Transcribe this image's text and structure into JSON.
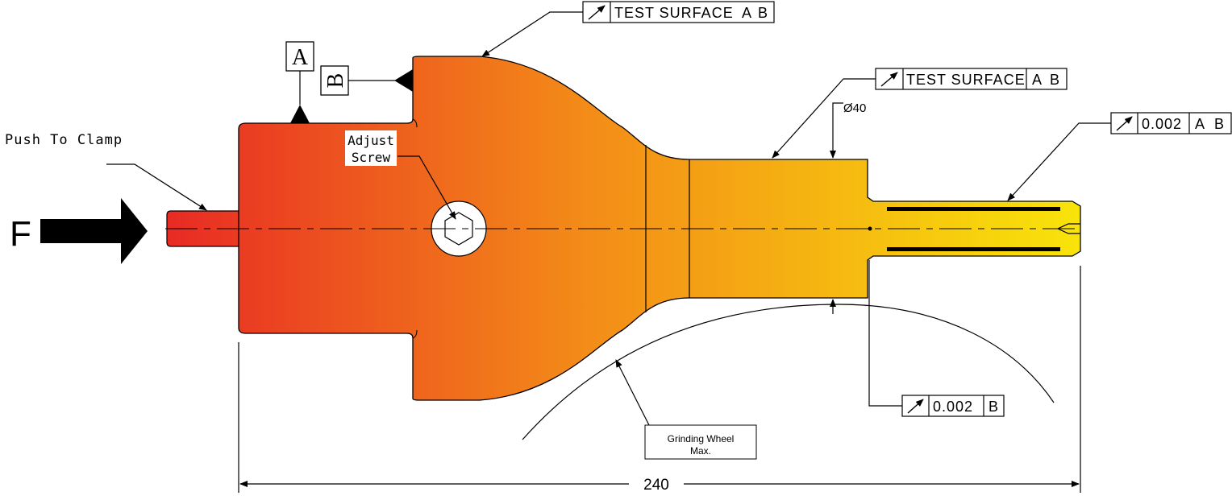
{
  "force": {
    "label": "F"
  },
  "push_label": "Push To Clamp",
  "datums": {
    "a": "A",
    "b": "B"
  },
  "adjust_screw": {
    "line1": "Adjust",
    "line2": "Screw"
  },
  "fcf_top": {
    "test": "TEST SURFACE",
    "d1": "A",
    "d2": "B"
  },
  "fcf_mid": {
    "test": "TEST SURFACE",
    "d1": "A",
    "d2": "B"
  },
  "fcf_right": {
    "tol": "0.002",
    "d1": "A",
    "d2": "B"
  },
  "fcf_bottom": {
    "tol": "0.002",
    "d1": "B"
  },
  "diameter_label": "Ø40",
  "grinding_wheel": {
    "line1": "Grinding Wheel",
    "line2": "Max."
  },
  "overall_dimension": "240",
  "colors": {
    "gradient_start": "#e82a24",
    "gradient_mid": "#f38a18",
    "gradient_end": "#f8e40a",
    "outline": "#000000"
  },
  "icons": {
    "runout": "runout-arrow-icon",
    "datum": "datum-triangle-icon",
    "screw": "hex-socket-icon"
  }
}
